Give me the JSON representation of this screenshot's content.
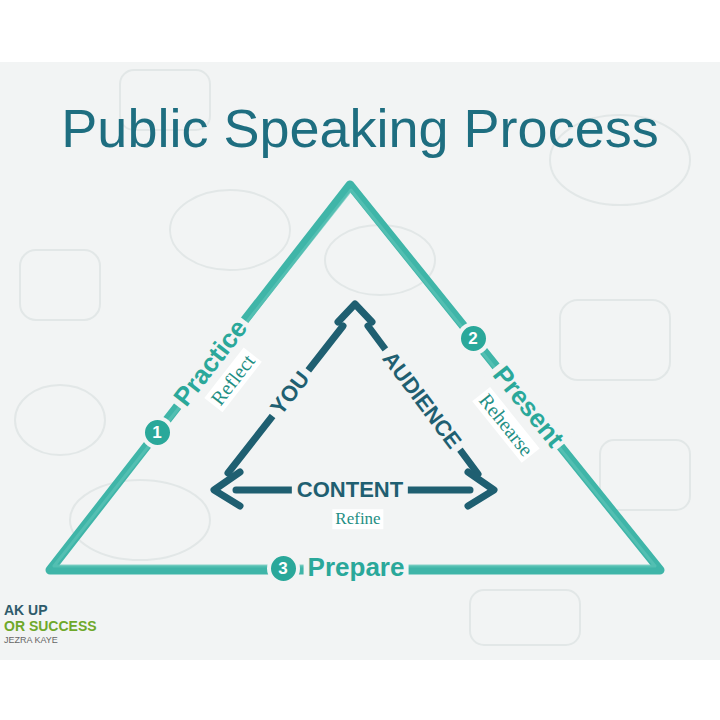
{
  "diagram": {
    "title": "Public Speaking Process",
    "nodes": [
      {
        "text": [
          "1"
        ]
      },
      {
        "text": [
          "2"
        ]
      },
      {
        "text": [
          "3"
        ]
      }
    ],
    "labels": [
      "Practice",
      "Reflect",
      "Present",
      "Rehearse",
      "YOU",
      "AUDIENCE",
      "CONTENT",
      "Refine",
      "Prepare",
      "AK UP",
      "OR SUCCESS",
      "JEZRA KAYE"
    ]
  }
}
